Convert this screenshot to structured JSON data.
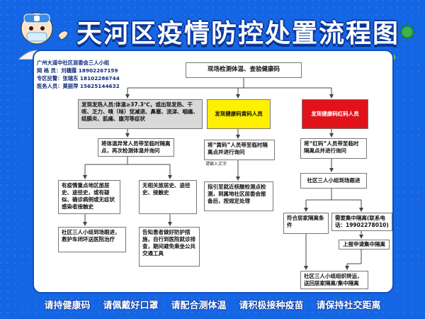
{
  "title": "天河区疫情防控处置流程图",
  "contact": {
    "heading": "广州大道中社区居委会三人小组",
    "rows": [
      {
        "role": "网 格 员：",
        "name": "刘穗霞",
        "phone": "18902267159"
      },
      {
        "role": "专区民警：",
        "name": "张瑞东",
        "phone": "18102286744"
      },
      {
        "role": "医务人员：",
        "name": "莫丽萍",
        "phone": "15625144632"
      }
    ]
  },
  "flow": {
    "start": "现场检测体温、查验健康码",
    "fever": "发现发热人员:体温≥37.3℃，或出现发热、干咳、乏力、嗅（味）觉减退、鼻塞、流涕、咽痛、结膜炎、肌痛、腹泻等症状",
    "yellow": "发现健康码黄码人员",
    "red": "发现健康码红码人员",
    "fever_isolate": "将体温异常人员带至临时隔离点，再次检测体温并询问",
    "yellow_isolate": "将“黄码”人员带至临时隔离点并进行询问",
    "red_isolate": "将“红码”人员带至临时隔离点并进行询问",
    "note": "请输入文字",
    "history_yes": "有疫情重点地区旅居史、途径史，或有疑似、确诊病例或无症状感染者接触史",
    "history_no": "无相关旅居史、途径史、接触史",
    "yellow_guide": "指引至就近核酸检测点检测，到属地社区居委会报备后，按规定处理",
    "red_team": "社区三人小组到场跟进",
    "team_transfer": "社区三人小组到场跟进，救护车闭环送医院治疗",
    "self_advise": "告知患者做好防护措施，自行到医院就诊排查，期间避免乘坐公共交通工具",
    "home_ok": "符合居家隔离条件",
    "central": "需要集中隔离(联系电话：19902278010)",
    "apply": "上报申请集中隔离",
    "final": "社区三人小组组织转运，送回居家隔离/集中隔离"
  },
  "slogans": [
    "请持健康码",
    "请佩戴好口罩",
    "请配合测体温",
    "请积极接种疫苗",
    "请保持社交距离"
  ],
  "colors": {
    "background": "#1566e4",
    "yellow": "#ffef00",
    "red": "#e0121a"
  }
}
